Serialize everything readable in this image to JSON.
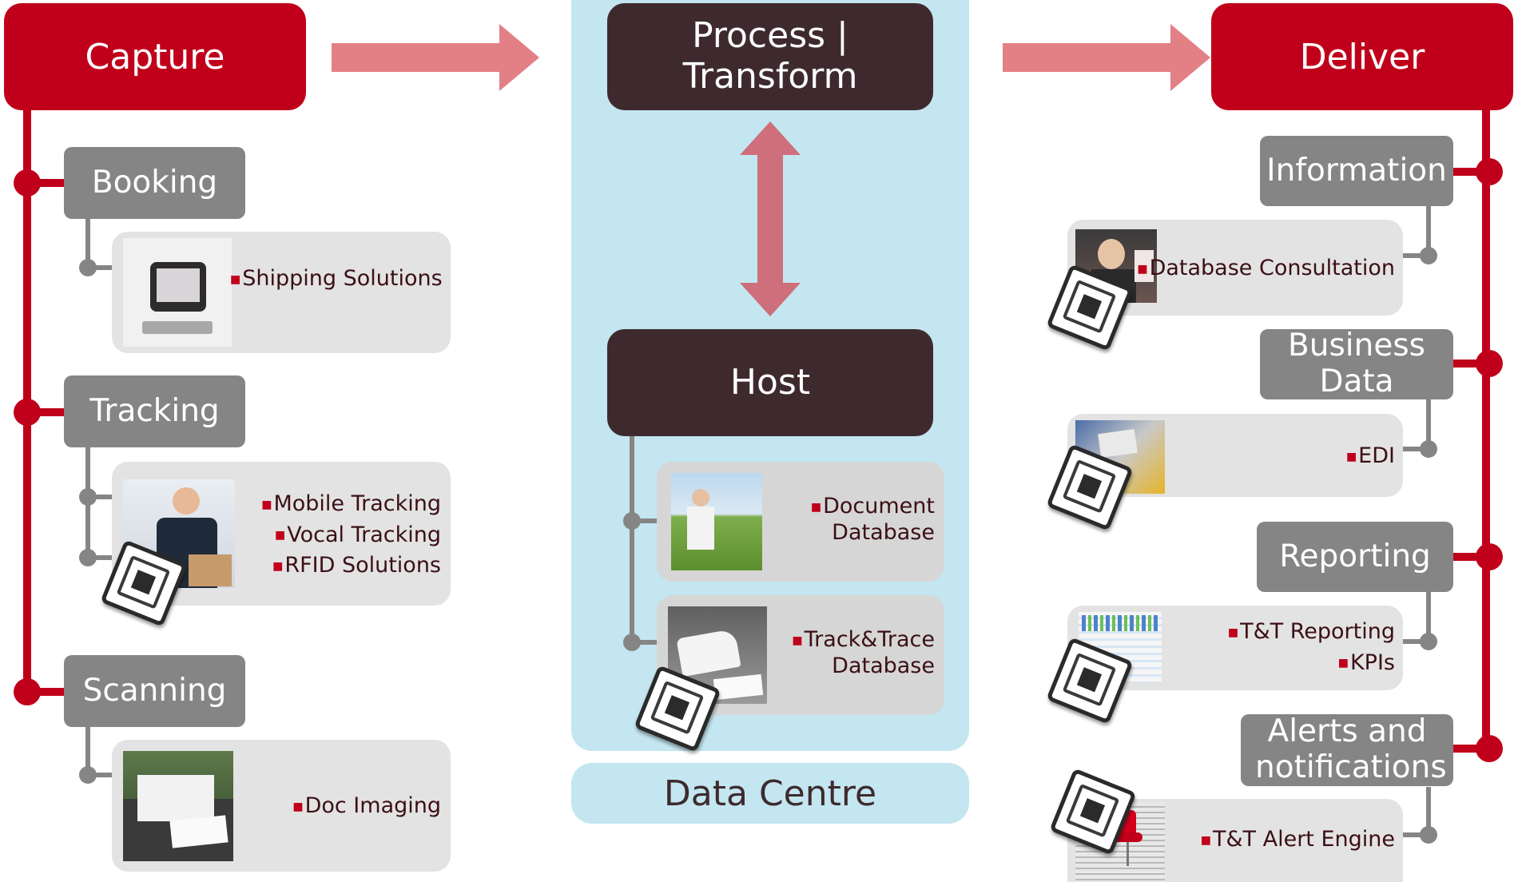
{
  "capture": {
    "title": "Capture",
    "categories": [
      {
        "label": "Booking",
        "items": [
          "Shipping Solutions"
        ]
      },
      {
        "label": "Tracking",
        "items": [
          "Mobile Tracking",
          "Vocal Tracking",
          "RFID Solutions"
        ]
      },
      {
        "label": "Scanning",
        "items": [
          "Doc Imaging"
        ]
      }
    ]
  },
  "center": {
    "process_title": "Process | Transform",
    "host_title": "Host",
    "databases": [
      {
        "line1": "Document",
        "line2": "Database"
      },
      {
        "line1": "Track&Trace",
        "line2": "Database"
      }
    ],
    "footer": "Data Centre"
  },
  "deliver": {
    "title": "Deliver",
    "categories": [
      {
        "label": "Information",
        "items": [
          "Database Consultation"
        ]
      },
      {
        "label": "Business Data",
        "items": [
          "EDI"
        ]
      },
      {
        "label": "Reporting",
        "items": [
          "T&T Reporting",
          "KPIs"
        ]
      },
      {
        "label": "Alerts and notifications",
        "items": [
          "T&T Alert Engine"
        ]
      }
    ]
  },
  "colors": {
    "brand_red": "#c0001a",
    "dark_box": "#3e2a2e",
    "arrow_pink": "#e28086",
    "category_grey": "#858585",
    "data_centre_blue": "#c3e6f0"
  }
}
